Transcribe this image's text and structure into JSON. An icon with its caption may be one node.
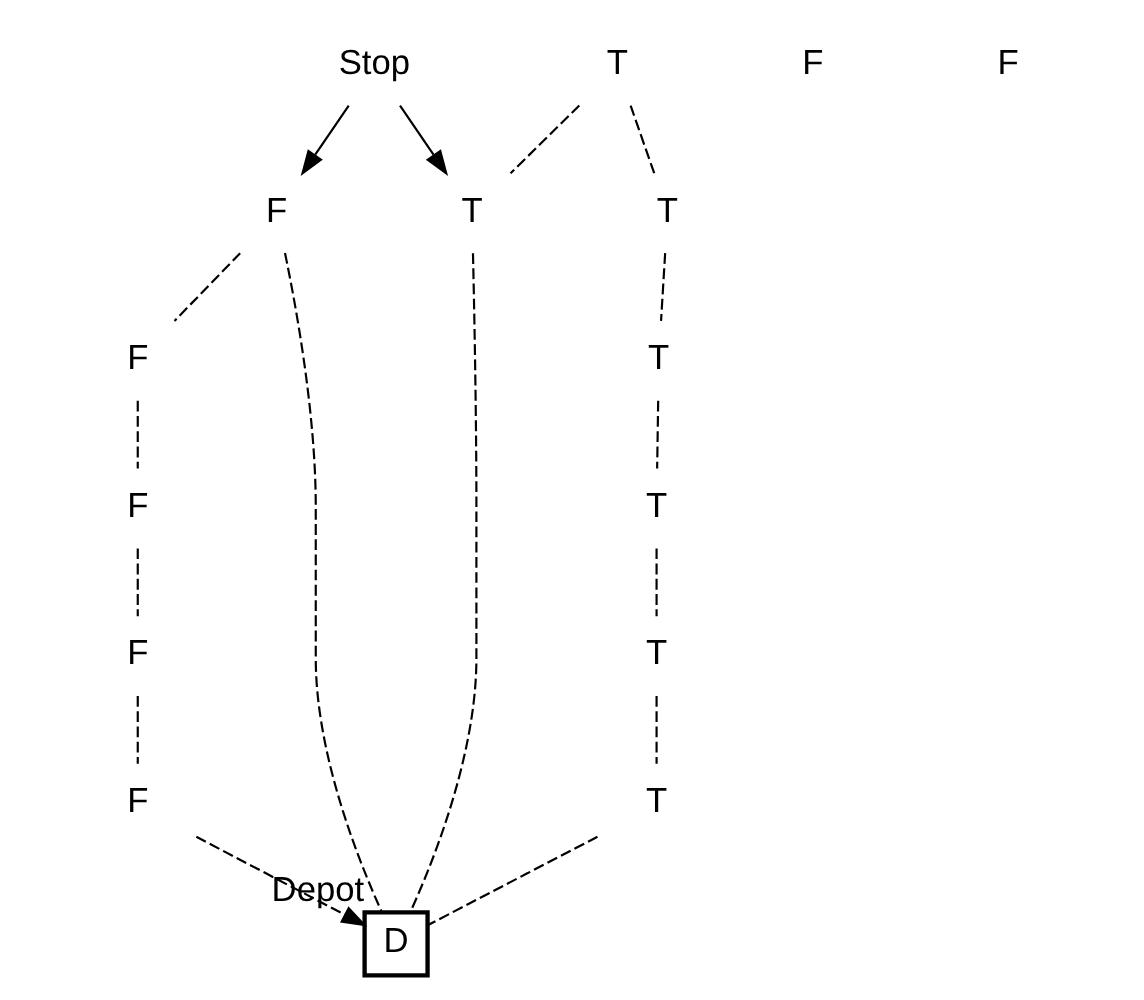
{
  "diagram": {
    "nodes": [
      {
        "text": [
          "F"
        ]
      },
      {
        "text": [
          "F"
        ]
      },
      {
        "text": [
          "F"
        ]
      },
      {
        "text": [
          "F"
        ]
      },
      {
        "text": [
          "T"
        ]
      },
      {
        "text": [
          "T"
        ]
      },
      {
        "text": [
          "T"
        ]
      },
      {
        "text": [
          "T"
        ]
      },
      {
        "text": [
          "F"
        ]
      },
      {
        "text": [
          "T"
        ]
      },
      {
        "text": [
          "T"
        ]
      },
      {
        "text": [
          "T"
        ]
      },
      {
        "text": [
          "D"
        ],
        "beside": [
          "Depot"
        ]
      },
      {
        "text": [
          "Stop"
        ]
      }
    ],
    "edges": [
      {
        "from": 3,
        "to": 12,
        "arrow": "none",
        "style": "dashed"
      },
      {
        "from": 3,
        "to": 2,
        "arrow": "none",
        "style": "dashed"
      },
      {
        "from": 2,
        "to": 1,
        "arrow": "none",
        "style": "dashed"
      },
      {
        "from": 1,
        "to": 0,
        "arrow": "none",
        "style": "dashed"
      },
      {
        "from": 0,
        "to": 8,
        "arrow": "none",
        "style": "dashed"
      },
      {
        "from": 8,
        "to": 12,
        "arrow": "to",
        "style": "dashed"
      },
      {
        "from": 6,
        "to": 5,
        "arrow": "none",
        "style": "dashed"
      },
      {
        "from": 5,
        "to": 4,
        "arrow": "none",
        "style": "dashed"
      },
      {
        "from": 4,
        "to": 9,
        "arrow": "none",
        "style": "dashed"
      },
      {
        "from": 9,
        "to": 10,
        "arrow": "none",
        "style": "dashed"
      },
      {
        "from": 10,
        "to": 11,
        "arrow": "none",
        "style": "dashed"
      },
      {
        "from": 11,
        "to": 12,
        "arrow": "none",
        "style": "dashed"
      },
      {
        "from": 6,
        "to": 7,
        "arrow": "none",
        "style": "dashed"
      },
      {
        "from": 7,
        "to": 12,
        "arrow": "none",
        "style": "dashed"
      },
      {
        "from": 13,
        "to": 7,
        "arrow": "to"
      },
      {
        "from": 13,
        "to": 3,
        "arrow": "to"
      }
    ],
    "labels": [
      "F",
      "F"
    ]
  }
}
